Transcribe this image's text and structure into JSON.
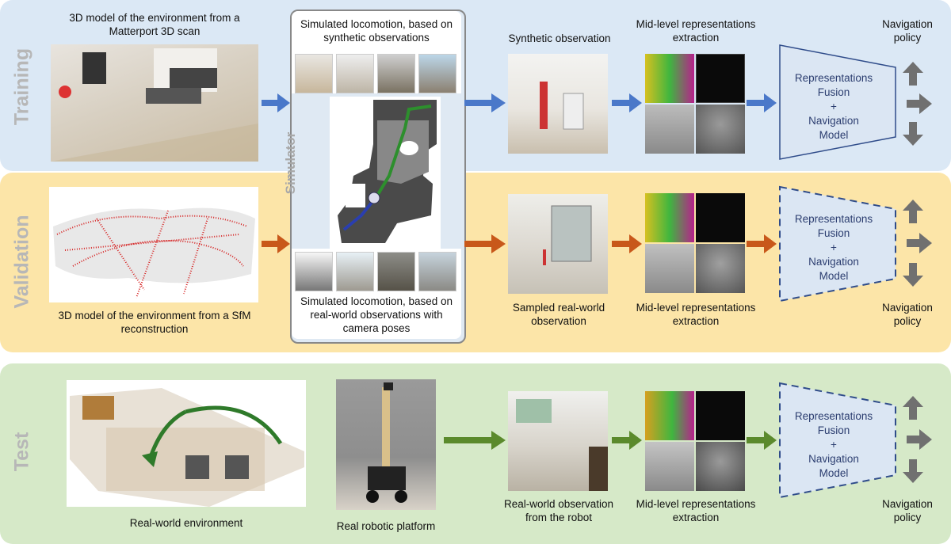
{
  "bands": {
    "training": "Training",
    "validation": "Validation",
    "test": "Test"
  },
  "simulator_label": "Simulator",
  "captions": {
    "matterport": "3D model of the environment from a Matterport 3D scan",
    "sim_synthetic": "Simulated locomotion, based on synthetic observations",
    "sfm": "3D model of the environment from a SfM reconstruction",
    "sim_real": "Simulated locomotion, based on real-world observations with camera poses",
    "synthetic_obs": "Synthetic observation",
    "sampled_obs": "Sampled real-world observation",
    "robot_obs": "Real-world observation from the robot",
    "midlevel_train": "Mid-level representations extraction",
    "midlevel_val": "Mid-level representations extraction",
    "midlevel_test": "Mid-level representations extraction",
    "nav_policy_train": "Navigation policy",
    "nav_policy_val": "Navigation policy",
    "nav_policy_test": "Navigation policy",
    "real_env": "Real-world environment",
    "real_robot": "Real robotic platform"
  },
  "fusion": {
    "line1": "Representations",
    "line2": "Fusion",
    "line3": "+",
    "line4": "Navigation",
    "line5": "Model"
  },
  "colors": {
    "training_arrow": "#4a78c9",
    "validation_arrow": "#c8581a",
    "test_arrow": "#5b8a2c",
    "policy_arrow": "#707070"
  }
}
